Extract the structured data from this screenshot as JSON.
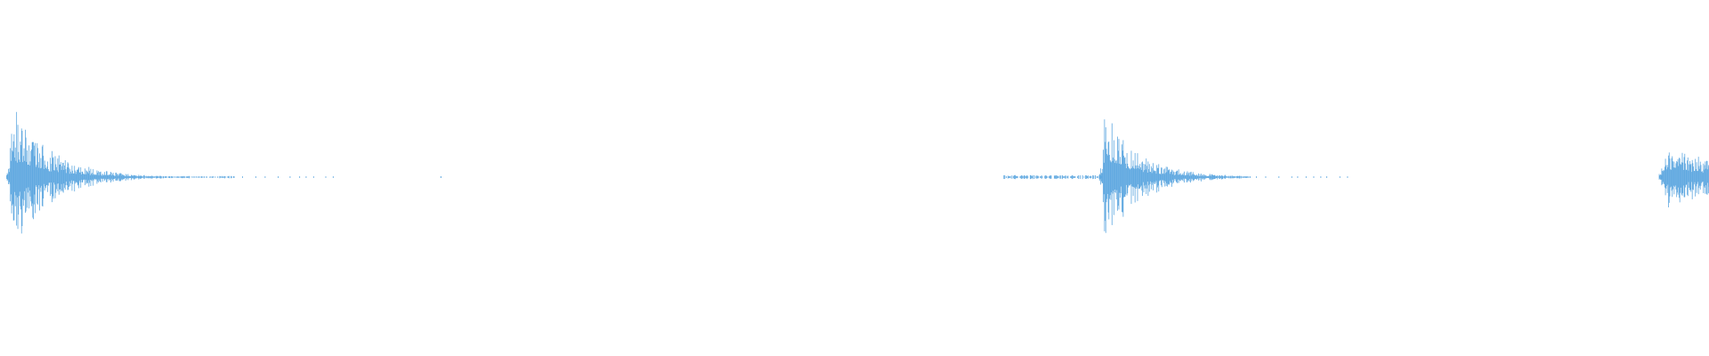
{
  "waveform": {
    "color": "#5fa8e0",
    "background": "#ffffff",
    "amplitude_scale": 1.0,
    "bursts": [
      {
        "id": "burst-1",
        "center_frac": 0.007,
        "peak_amp": 0.85,
        "decay": 0.022,
        "tail_len": 0.13,
        "lead_len": 0.0,
        "dotted_tail": true
      },
      {
        "id": "burst-2",
        "center_frac": 0.6465,
        "peak_amp": 0.8,
        "decay": 0.02,
        "tail_len": 0.085,
        "lead_len": 0.06,
        "dotted_tail": true
      },
      {
        "id": "burst-3",
        "center_frac": 0.974,
        "peak_amp": 0.43,
        "decay": 0.03,
        "tail_len": 0.03,
        "lead_len": 0.003,
        "dotted_tail": false
      }
    ],
    "stray_points": [
      0.258
    ]
  }
}
